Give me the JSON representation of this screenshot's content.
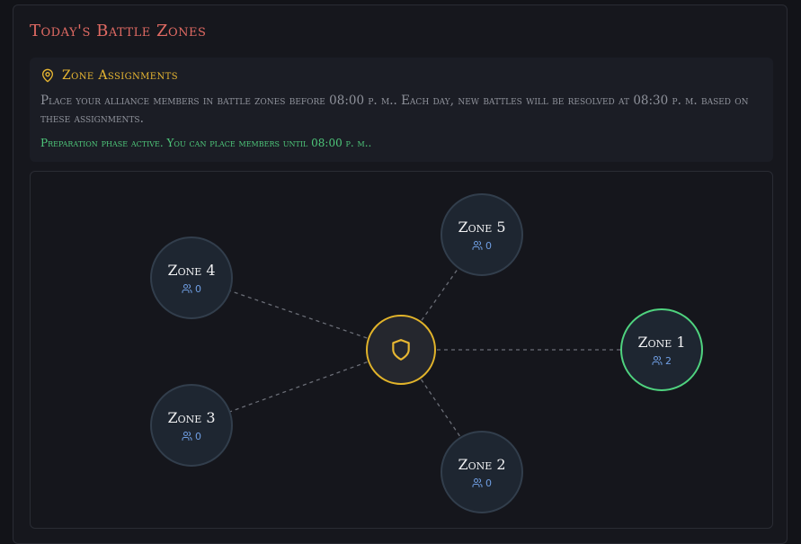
{
  "page": {
    "title": "Today's Battle Zones"
  },
  "info": {
    "icon": "map-pin-icon",
    "title": "Zone Assignments",
    "description": "Place your alliance members in battle zones before 08:00 p. m.. Each day, new battles will be resolved at 08:30 p. m. based on these assignments.",
    "status": "Preparation phase active. You can place members until 08:00 p. m.."
  },
  "hub": {
    "icon": "shield-icon"
  },
  "zones": [
    {
      "name": "Zone 1",
      "members": "2",
      "status": "active"
    },
    {
      "name": "Zone 2",
      "members": "0",
      "status": "idle"
    },
    {
      "name": "Zone 3",
      "members": "0",
      "status": "idle"
    },
    {
      "name": "Zone 4",
      "members": "0",
      "status": "idle"
    },
    {
      "name": "Zone 5",
      "members": "0",
      "status": "idle"
    }
  ],
  "colors": {
    "title": "#e06a63",
    "accent": "#e8b732",
    "active": "#4fd37f",
    "members": "#6f9ee3"
  }
}
